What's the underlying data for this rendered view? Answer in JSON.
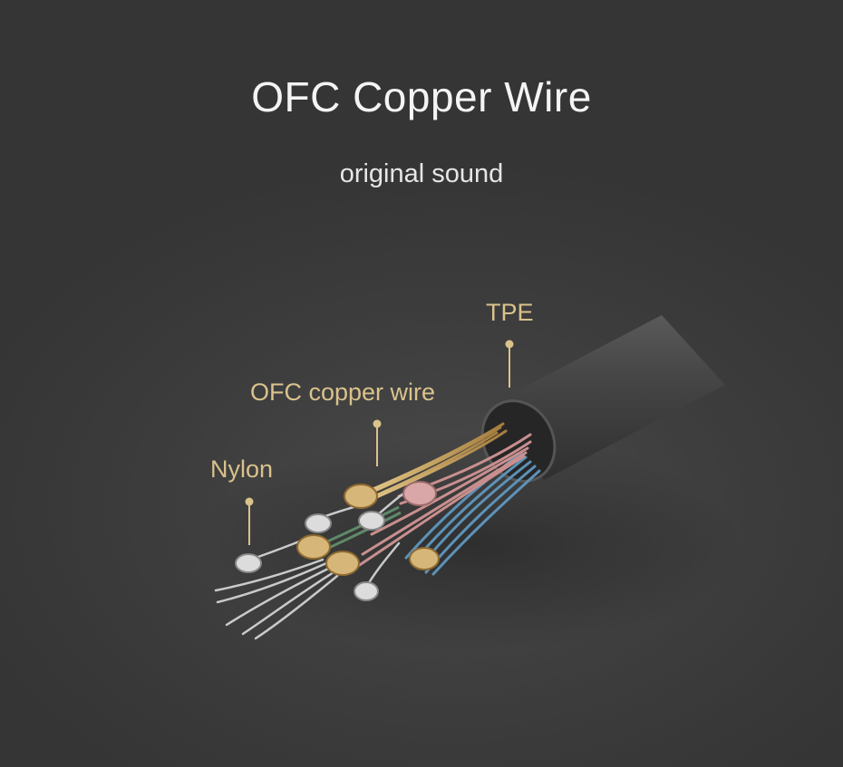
{
  "title": "OFC Copper Wire",
  "subtitle": "original sound",
  "callouts": {
    "tpe": "TPE",
    "ofc": "OFC copper wire",
    "nylon": "Nylon"
  },
  "colors": {
    "background": "#3b3b3b",
    "label": "#d9c28c",
    "jacket": "#3f3f40",
    "copper": "#c9a15c",
    "red_strand": "#c98f8f",
    "blue_strand": "#5d92b7",
    "silver": "#c8cacb"
  }
}
